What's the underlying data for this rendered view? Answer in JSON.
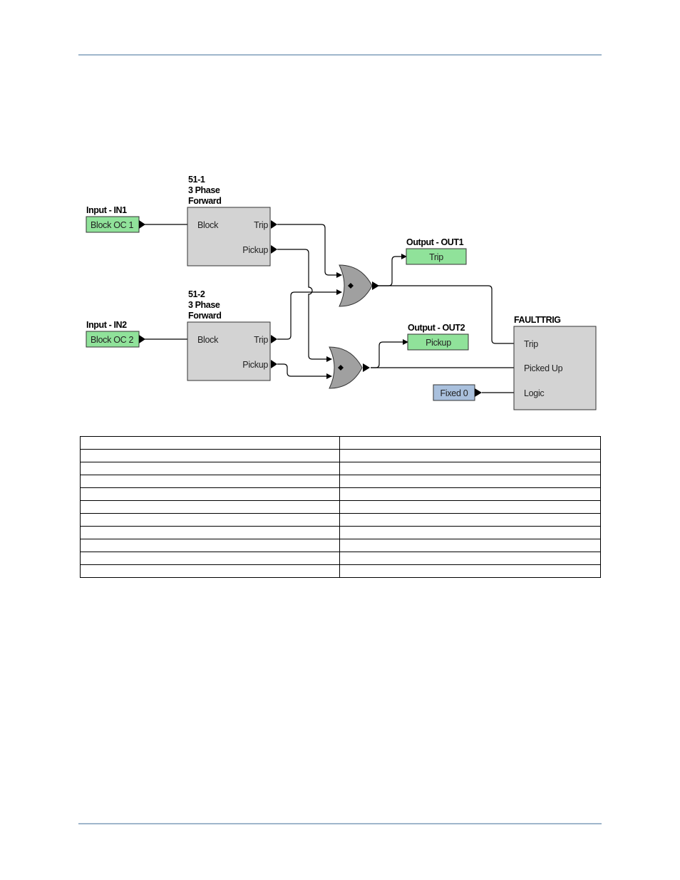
{
  "blocks": {
    "in1": {
      "title": "Input - IN1",
      "label": "Block OC 1"
    },
    "in2": {
      "title": "Input - IN2",
      "label": "Block OC 2"
    },
    "e511": {
      "title_lines": [
        "51-1",
        "3 Phase",
        "Forward"
      ],
      "ports": {
        "block": "Block",
        "trip": "Trip",
        "pickup": "Pickup"
      }
    },
    "e512": {
      "title_lines": [
        "51-2",
        "3 Phase",
        "Forward"
      ],
      "ports": {
        "block": "Block",
        "trip": "Trip",
        "pickup": "Pickup"
      }
    },
    "out1": {
      "title": "Output - OUT1",
      "label": "Trip"
    },
    "out2": {
      "title": "Output - OUT2",
      "label": "Pickup"
    },
    "faulttrig": {
      "title": "FAULTTRIG",
      "ports": {
        "trip": "Trip",
        "picked_up": "Picked Up",
        "logic": "Logic"
      }
    },
    "fixed0": {
      "label": "Fixed 0"
    }
  },
  "colors": {
    "input_fill": "#90e29a",
    "output_fill": "#90e29a",
    "element_fill": "#d3d3d3",
    "gate_fill": "#a0a0a0",
    "fixed_fill": "#a9c0dd",
    "header_rule": "#9fb6cc"
  },
  "table": {
    "rows": [
      [
        "",
        ""
      ],
      [
        "",
        ""
      ],
      [
        "",
        ""
      ],
      [
        "",
        ""
      ],
      [
        "",
        ""
      ],
      [
        "",
        ""
      ],
      [
        "",
        ""
      ],
      [
        "",
        ""
      ],
      [
        "",
        ""
      ],
      [
        "",
        ""
      ],
      [
        "",
        ""
      ]
    ]
  }
}
